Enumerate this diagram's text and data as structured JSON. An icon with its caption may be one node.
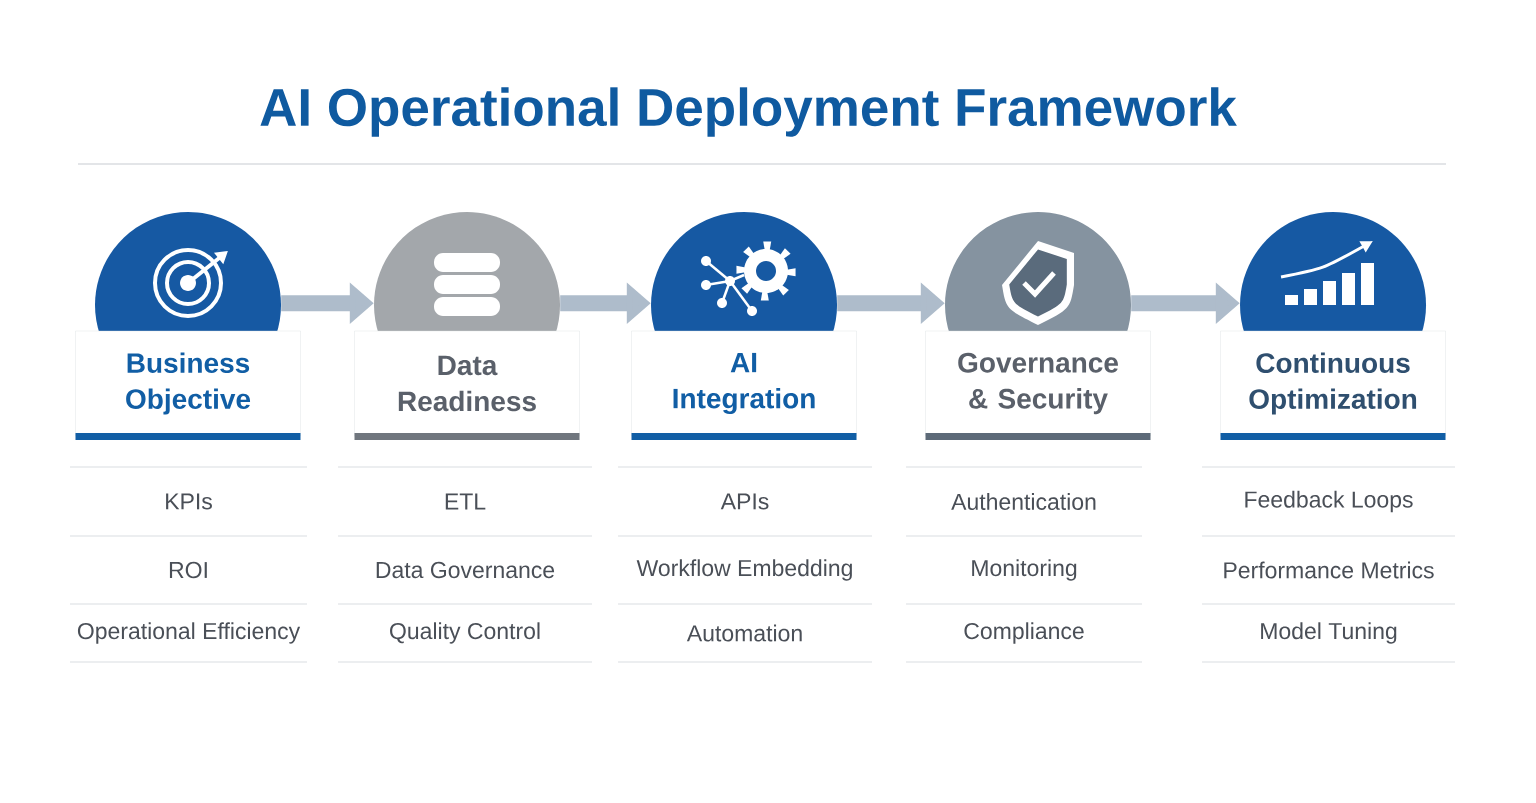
{
  "diagram": {
    "title": "AI Operational Deployment Framework",
    "nodes": [
      {
        "text": [],
        "shape": "circle"
      },
      {
        "text": [
          "Business Objective"
        ],
        "beside": [
          "KPIs",
          "ROI",
          "Operational Efficiency"
        ]
      },
      {
        "text": [],
        "shape": "circle"
      },
      {
        "text": [
          "Data Readiness"
        ],
        "beside": [
          "ETL",
          "Data Governance",
          "Quality Control"
        ]
      },
      {
        "text": [],
        "shape": "circle"
      },
      {
        "text": [
          "AI Integration"
        ],
        "beside": [
          "APIs",
          "Workflow Embedding",
          "Automation"
        ]
      },
      {
        "text": [],
        "shape": "circle"
      },
      {
        "text": [
          "Governance & Security"
        ],
        "beside": [
          "Authentication",
          "Monitoring",
          "Compliance"
        ]
      },
      {
        "text": [],
        "shape": "circle"
      },
      {
        "text": [
          "Continuous Optimization"
        ],
        "beside": [
          "Feedback Loops",
          "Performance Metrics",
          "Model Tuning"
        ]
      }
    ],
    "edges": [
      {
        "from": 0,
        "to": 2,
        "arrow": "to"
      },
      {
        "from": 2,
        "to": 4,
        "arrow": "to"
      },
      {
        "from": 4,
        "to": 6,
        "arrow": "to"
      },
      {
        "from": 6,
        "to": 8,
        "arrow": "to"
      }
    ]
  }
}
